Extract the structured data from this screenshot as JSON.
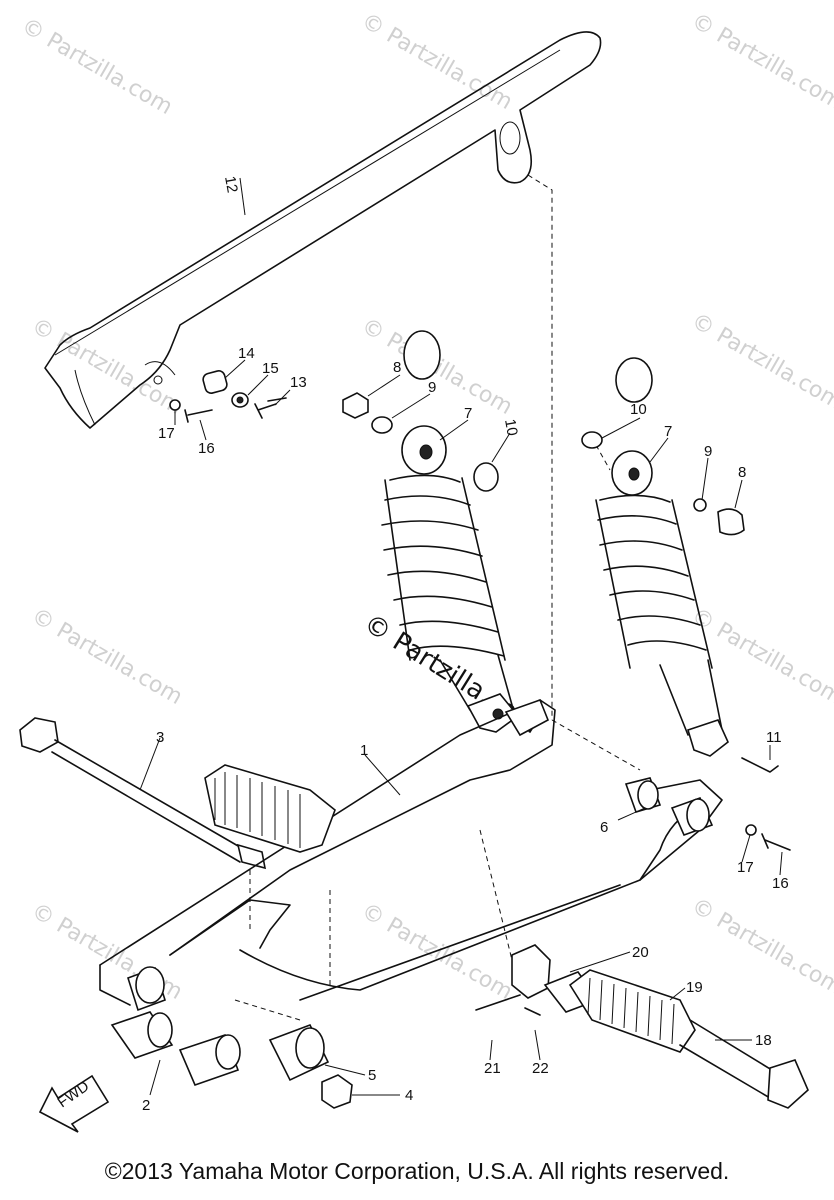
{
  "watermarks": {
    "corner_text": "© Partzilla.com",
    "center_text": "© Partzilla.com"
  },
  "callouts": {
    "c1": "1",
    "c2": "2",
    "c3": "3",
    "c4": "4",
    "c5": "5",
    "c6": "6",
    "c7a": "7",
    "c7b": "7",
    "c8a": "8",
    "c8b": "8",
    "c9a": "9",
    "c9b": "9",
    "c10a": "10",
    "c10b": "10",
    "c11": "11",
    "c12": "12",
    "c13": "13",
    "c14": "14",
    "c15": "15",
    "c16a": "16",
    "c16b": "16",
    "c17a": "17",
    "c17b": "17",
    "c18": "18",
    "c19": "19",
    "c20": "20",
    "c21": "21",
    "c22": "22"
  },
  "fwd_label": "FWD",
  "copyright": "©2013 Yamaha Motor Corporation, U.S.A. All rights reserved."
}
